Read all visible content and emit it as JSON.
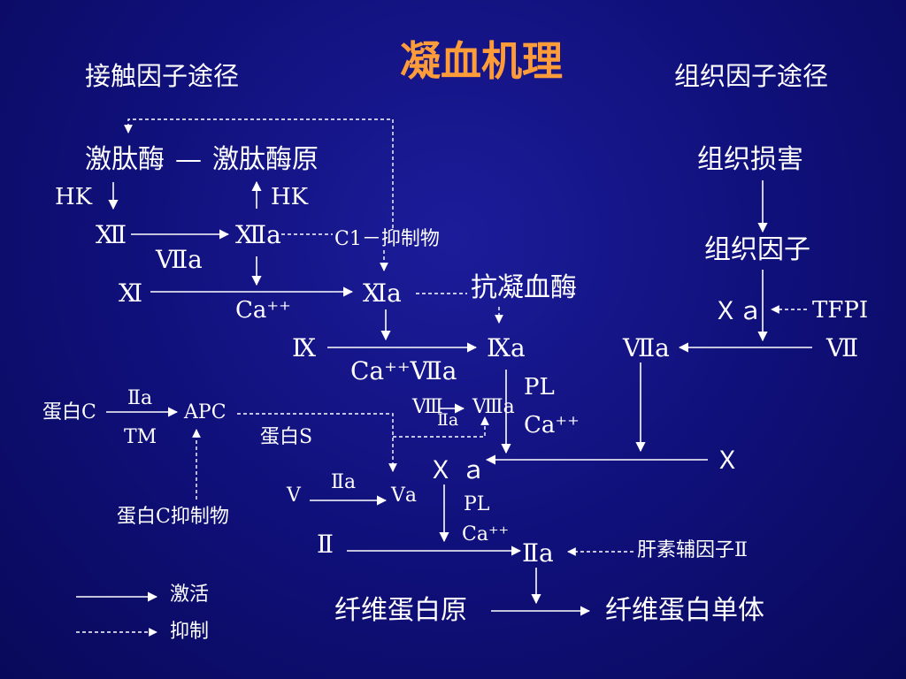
{
  "title": "凝血机理",
  "headers": {
    "left": "接触因子途径",
    "right": "组织因子途径"
  },
  "nodes": {
    "kallikrein": "激肽酶",
    "dash": "—",
    "prekallikrein": "激肽酶原",
    "hk_left": "HK",
    "hk_right": "HK",
    "f12": "Ⅻ",
    "f12a": "Ⅻa",
    "f7a_mid": "Ⅶa",
    "c1_inh": "C1－抑制物",
    "f11": "Ⅺ",
    "f11a": "Ⅺa",
    "ca_1": "Ca⁺⁺",
    "antithrombin": "抗凝血酶",
    "f9": "Ⅸ",
    "f9a": "Ⅸa",
    "ca_f7a": "Ca⁺⁺Ⅶa",
    "pl_1": "PL",
    "ca_2": "Ca⁺⁺",
    "f8": "Ⅷ",
    "f2a_small_1": "Ⅱa",
    "f8a": "Ⅷa",
    "protein_c": "蛋白C",
    "f2a_pc": "Ⅱa",
    "apc": "APC",
    "tm": "TM",
    "protein_s": "蛋白S",
    "pc_inhibitor": "蛋白C抑制物",
    "f10a_center": "Ｘ ａ",
    "f10_right": "Ｘ",
    "f5": "Ⅴ",
    "f2a_f5": "Ⅱa",
    "f5a": "Ⅴa",
    "pl_2": "PL",
    "ca_3": "Ca⁺⁺",
    "f2": "Ⅱ",
    "f2a": "Ⅱa",
    "heparin_cofactor": "肝素辅因子Ⅱ",
    "fibrinogen": "纤维蛋白原",
    "fibrin_monomer": "纤维蛋白单体",
    "tissue_damage": "组织损害",
    "tissue_factor": "组织因子",
    "f10a_right": "Ｘａ",
    "tfpi": "TFPI",
    "f7a_right": "Ⅶa",
    "f7": "Ⅶ"
  },
  "legend": {
    "activate": "激活",
    "inhibit": "抑制"
  },
  "colors": {
    "background": "#0f0f78",
    "title": "#ff9c3a",
    "text": "#ffffff"
  }
}
